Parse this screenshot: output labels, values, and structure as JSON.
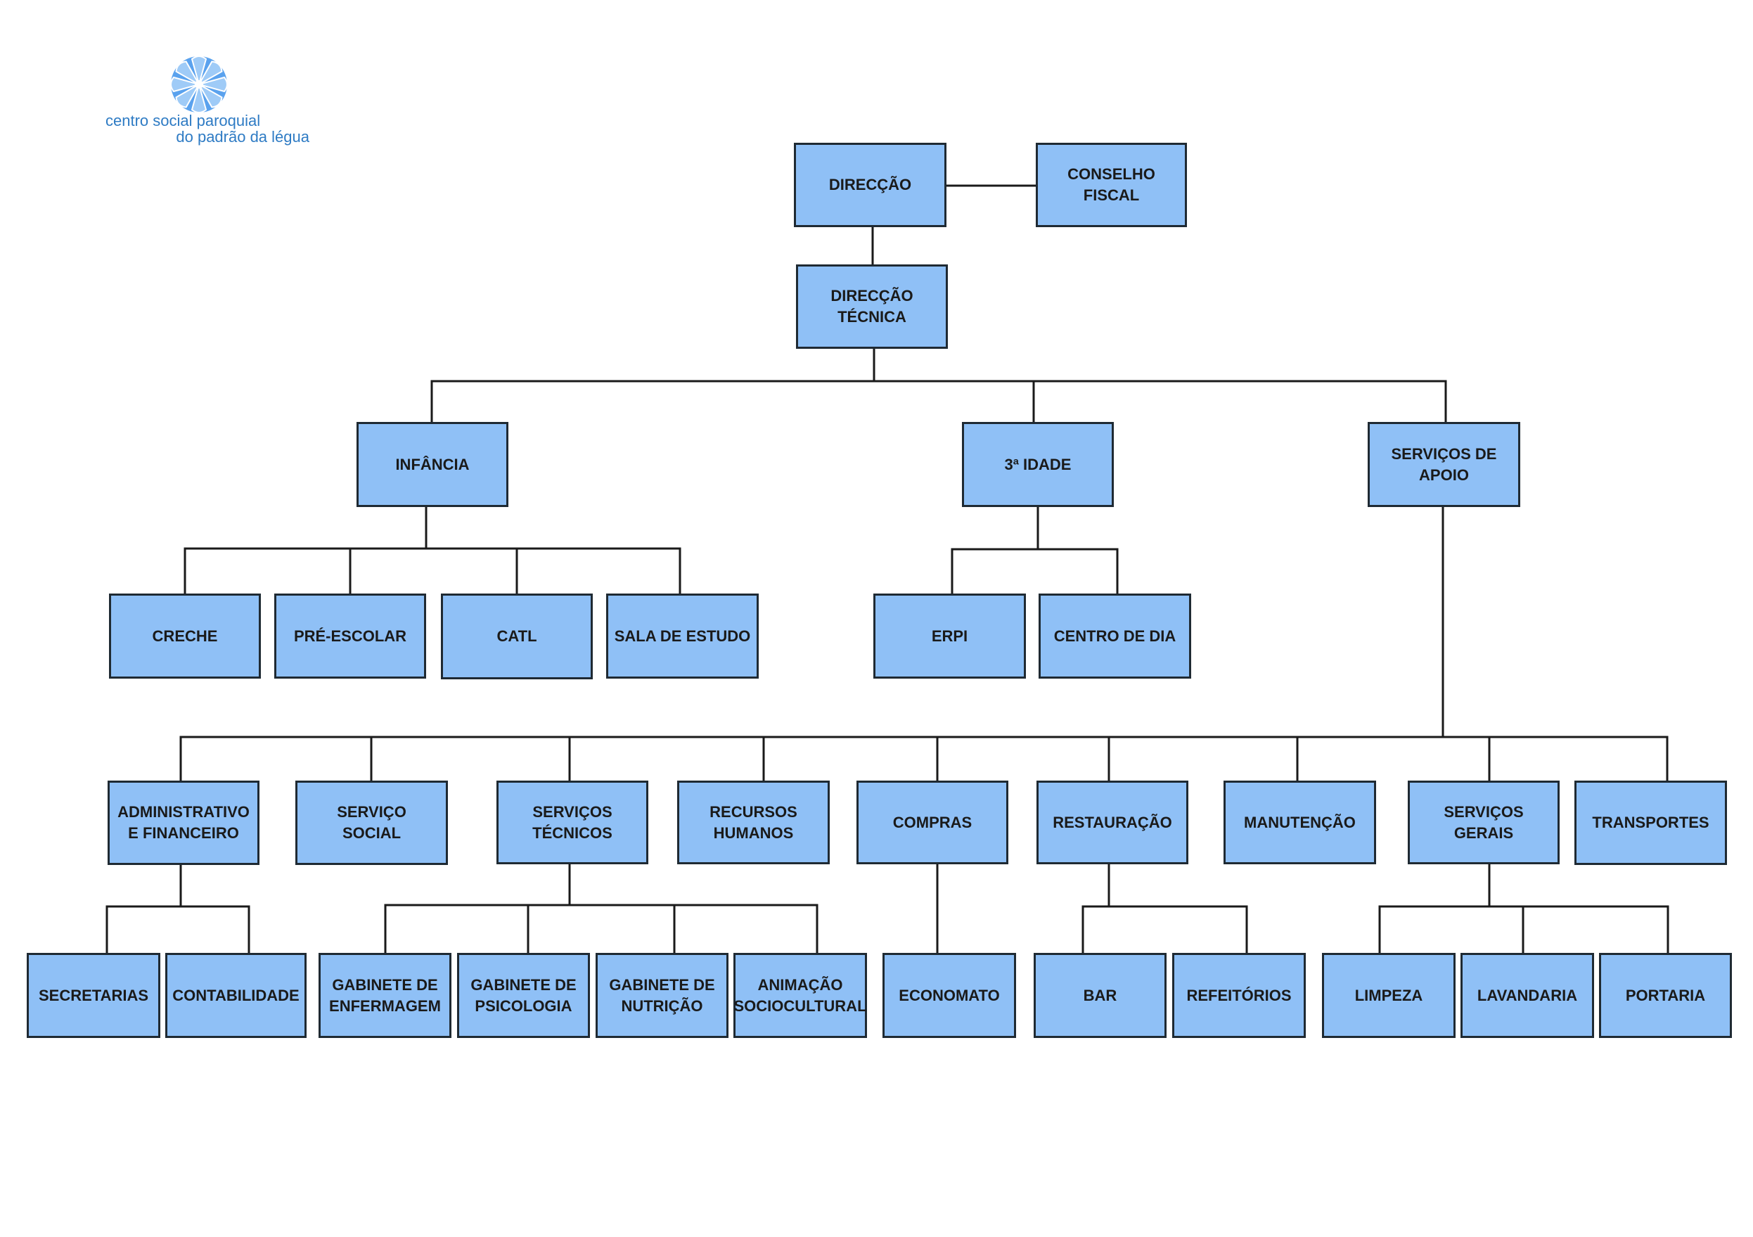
{
  "colors": {
    "box_fill": "#8fc0f6",
    "box_border": "#1f2a33",
    "connector": "#1a1a1a",
    "logo_blue": "#2e7bc4"
  },
  "logo": {
    "icon": "flower-icon",
    "line1": "centro social paroquial",
    "line2": "do padrão da légua"
  },
  "nodes": {
    "direccao": "DIRECÇÃO",
    "conselho_fiscal": "CONSELHO\nFISCAL",
    "direccao_tecnica": "DIRECÇÃO\nTÉCNICA",
    "infancia": "INFÂNCIA",
    "terceira_idade": "3ª IDADE",
    "servicos_apoio": "SERVIÇOS DE\nAPOIO",
    "creche": "CRECHE",
    "pre_escolar": "PRÉ-ESCOLAR",
    "catl": "CATL",
    "sala_estudo": "SALA DE ESTUDO",
    "erpi": "ERPI",
    "centro_dia": "CENTRO DE DIA",
    "administrativo": "ADMINISTRATIVO\nE FINANCEIRO",
    "servico_social": "SERVIÇO\nSOCIAL",
    "servicos_tecnicos": "SERVIÇOS\nTÉCNICOS",
    "recursos_humanos": "RECURSOS\nHUMANOS",
    "compras": "COMPRAS",
    "restauracao": "RESTAURAÇÃO",
    "manutencao": "MANUTENÇÃO",
    "servicos_gerais": "SERVIÇOS\nGERAIS",
    "transportes": "TRANSPORTES",
    "secretarias": "SECRETARIAS",
    "contabilidade": "CONTABILIDADE",
    "gab_enfermagem": "GABINETE DE\nENFERMAGEM",
    "gab_psicologia": "GABINETE DE\nPSICOLOGIA",
    "gab_nutricao": "GABINETE DE\nNUTRIÇÃO",
    "animacao": "ANIMAÇÃO\nSOCIOCULTURAL",
    "economato": "ECONOMATO",
    "bar": "BAR",
    "refeitorios": "REFEITÓRIOS",
    "limpeza": "LIMPEZA",
    "lavandaria": "LAVANDARIA",
    "portaria": "PORTARIA"
  }
}
